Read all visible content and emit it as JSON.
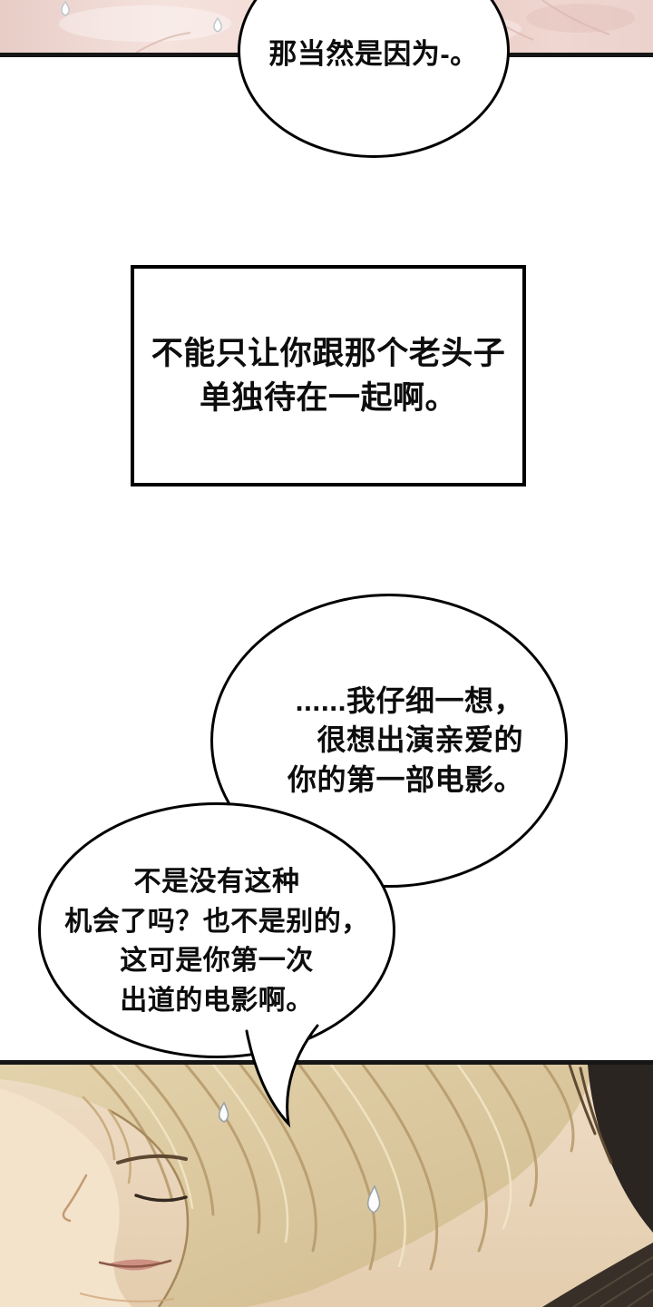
{
  "page": {
    "bg": "#ffffff",
    "ink": "#000000"
  },
  "dialogue": {
    "bubble_top": {
      "text": "那当然是因为-。"
    },
    "box": {
      "lines": [
        "不能只让你跟那个老头子",
        "单独待在一起啊。"
      ]
    },
    "bubble_right": {
      "lines": [
        "......我仔细一想，",
        "很想出演亲爱的",
        "你的第一部电影。"
      ]
    },
    "bubble_left": {
      "lines": [
        "不是没有这种",
        "机会了吗？也不是别的，",
        "这可是你第一次",
        "出道的电影啊。"
      ]
    }
  },
  "artwork": {
    "top_panel": {
      "subject": "skin-closeup",
      "base_color": "#f2dad4",
      "divider_color": "#161616"
    },
    "bottom_panel": {
      "subject": "blond-character-profile",
      "skin_color": "#e9d5ba",
      "hair_color": "#dbc79f",
      "hair_shadow_color": "#b5996a",
      "dark_background_color": "#2b2521",
      "lips_color": "#ce9082",
      "sweat_color": "#fcfcfc"
    }
  }
}
